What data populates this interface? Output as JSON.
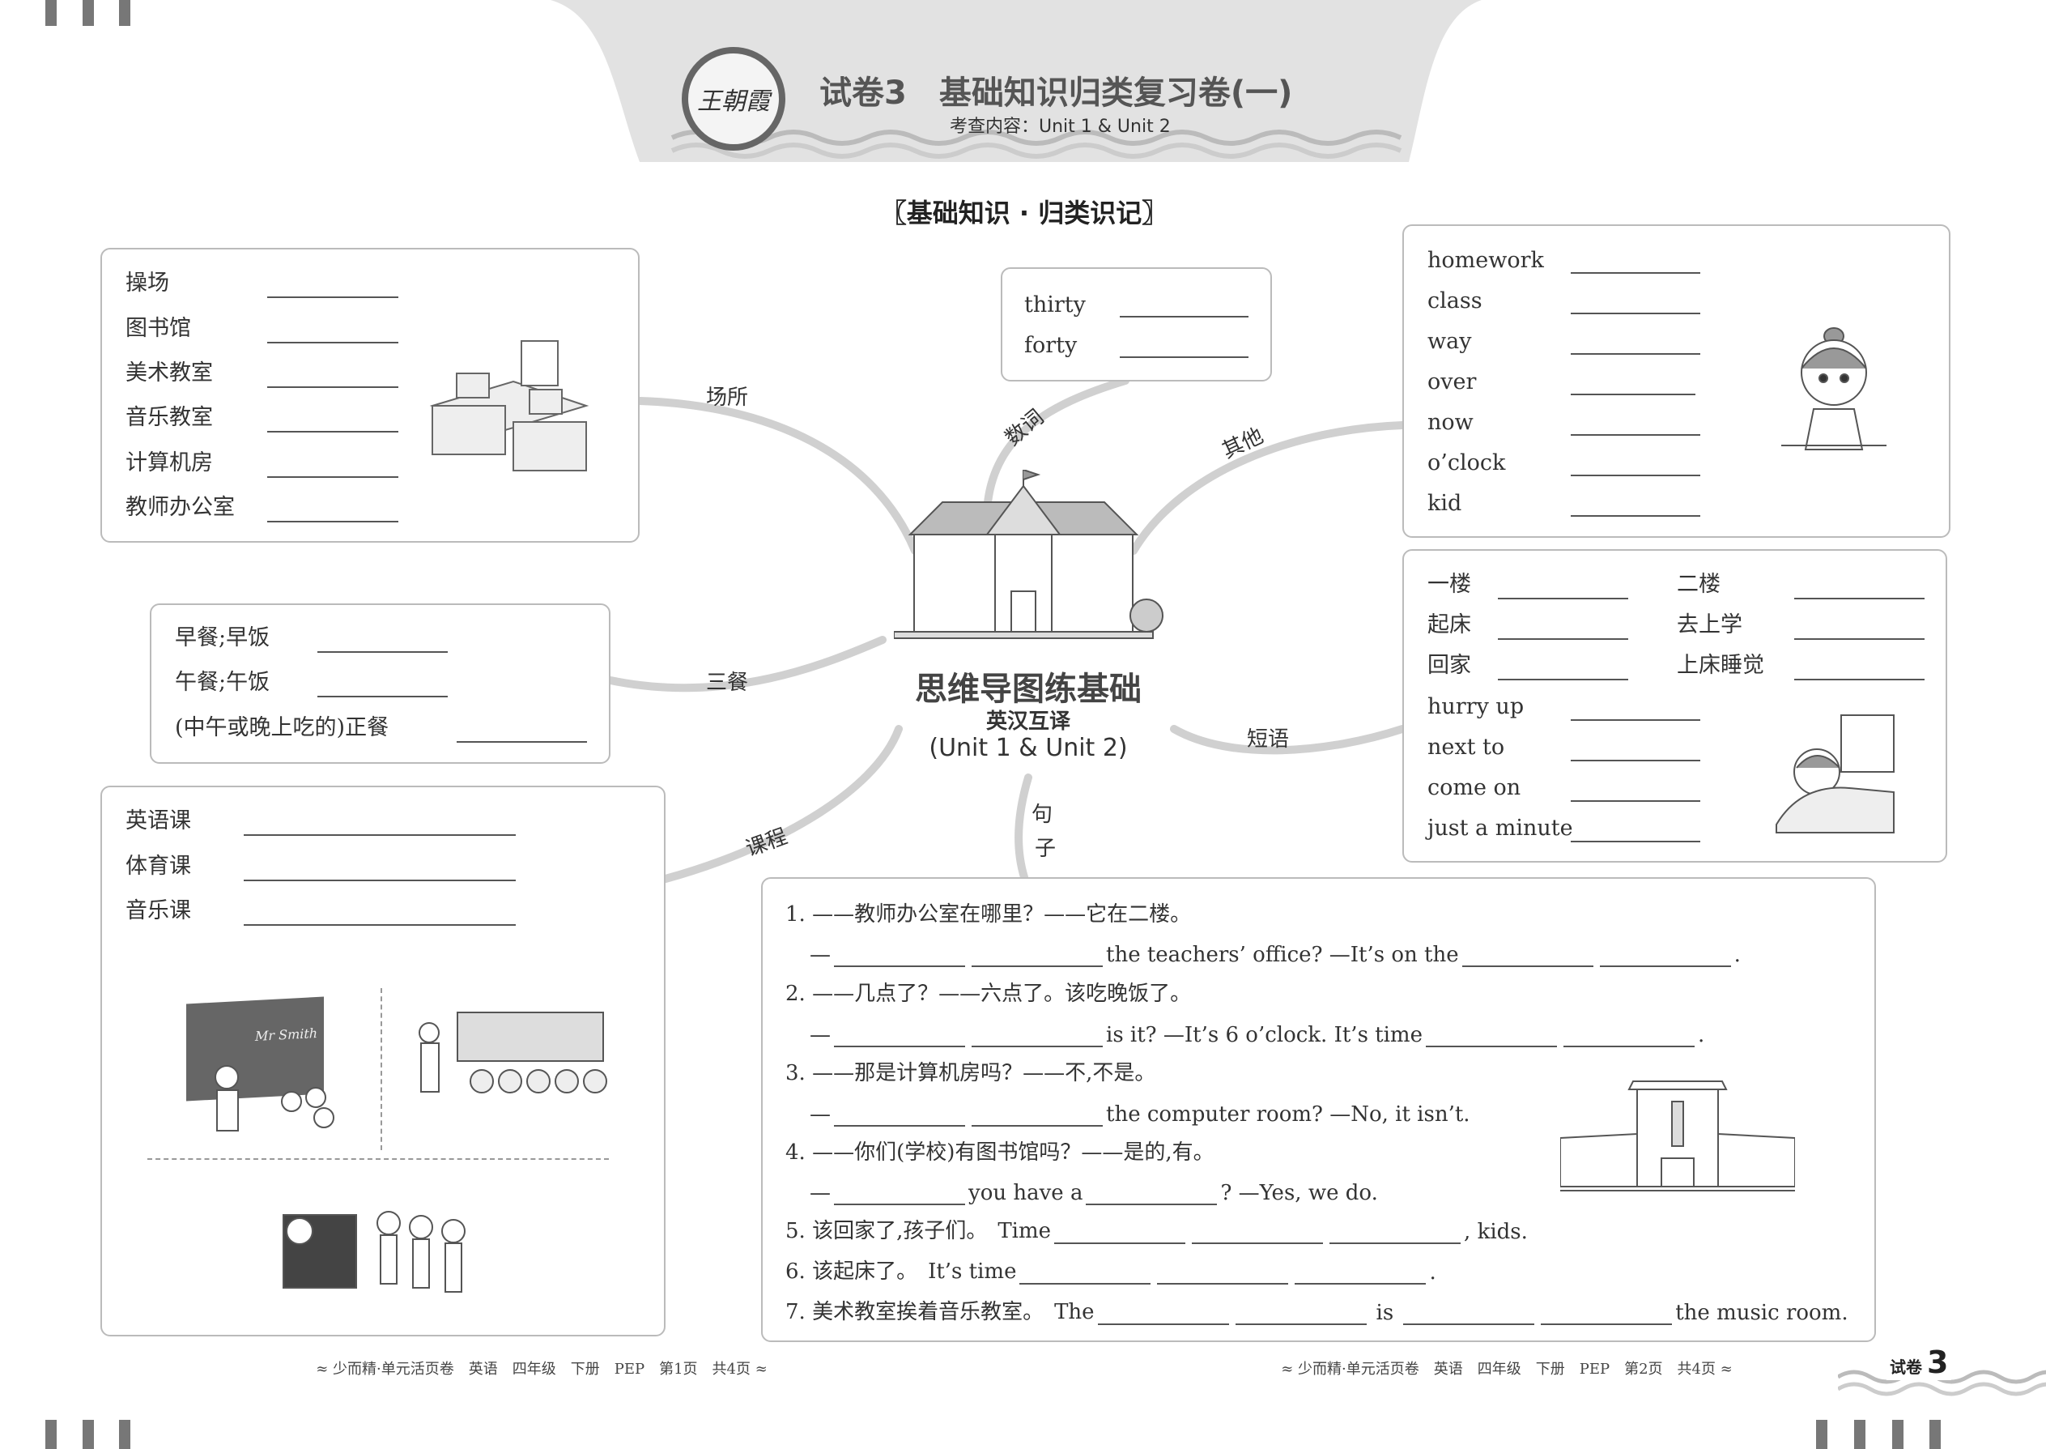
{
  "header": {
    "title": "试卷3　基础知识归类复习卷(一)",
    "subtitle": "考查内容：Unit 1 & Unit 2",
    "logo_text": "王朝霞",
    "section_title": "基础知识 · 归类识记"
  },
  "places": {
    "items": [
      "操场",
      "图书馆",
      "美术教室",
      "音乐教室",
      "计算机房",
      "教师办公室"
    ]
  },
  "numbers": {
    "items": [
      "thirty",
      "forty"
    ]
  },
  "others": {
    "items": [
      "homework",
      "class",
      "way",
      "over",
      "now",
      "o’clock",
      "kid"
    ]
  },
  "meals": {
    "items": [
      "早餐;早饭",
      "午餐;午饭",
      "(中午或晚上吃的)正餐"
    ]
  },
  "phrases": {
    "left": [
      "一楼",
      "起床",
      "回家"
    ],
    "right": [
      "二楼",
      "去上学",
      "上床睡觉"
    ],
    "items": [
      "hurry up",
      "next to",
      "come on",
      "just a minute"
    ]
  },
  "courses": {
    "items": [
      "英语课",
      "体育课",
      "音乐课"
    ],
    "board_text": "Mr Smith"
  },
  "center": {
    "title": "思维导图练基础",
    "subtitle": "英汉互译",
    "units": "(Unit 1 & Unit 2)"
  },
  "branches": {
    "places": "场所",
    "numbers": "数词",
    "others": "其他",
    "meals": "三餐",
    "phrases": "短语",
    "courses": "课程",
    "sentences_1": "句",
    "sentences_2": "子"
  },
  "sentences": {
    "s1": "1. ——教师办公室在哪里？——它在二楼。",
    "s1a": "—",
    "s1b": "the teachers’ office? —It’s on the",
    "s1c": ".",
    "s2": "2. ——几点了？——六点了。该吃晚饭了。",
    "s2a": "—",
    "s2b": "is it? —It’s 6 o’clock. It’s time",
    "s2c": ".",
    "s3": "3. ——那是计算机房吗？——不,不是。",
    "s3a": "—",
    "s3b": "the computer room? —No, it isn’t.",
    "s4": "4. ——你们(学校)有图书馆吗？——是的,有。",
    "s4a": "—",
    "s4b": "you have a",
    "s4c": "? —Yes, we do.",
    "s5": "5. 该回家了,孩子们。　Time",
    "s5b": ", kids.",
    "s6": "6. 该起床了。　It’s time",
    "s6b": ".",
    "s7": "7. 美术教室挨着音乐教室。　The",
    "s7b": "is",
    "s7c": "the music room."
  },
  "footer": {
    "left": "≈ 少而精·单元活页卷　英语　四年级　下册　PEP　第1页　共4页 ≈",
    "right": "≈ 少而精·单元活页卷　英语　四年级　下册　PEP　第2页　共4页 ≈",
    "label": "试卷",
    "number": "3"
  }
}
